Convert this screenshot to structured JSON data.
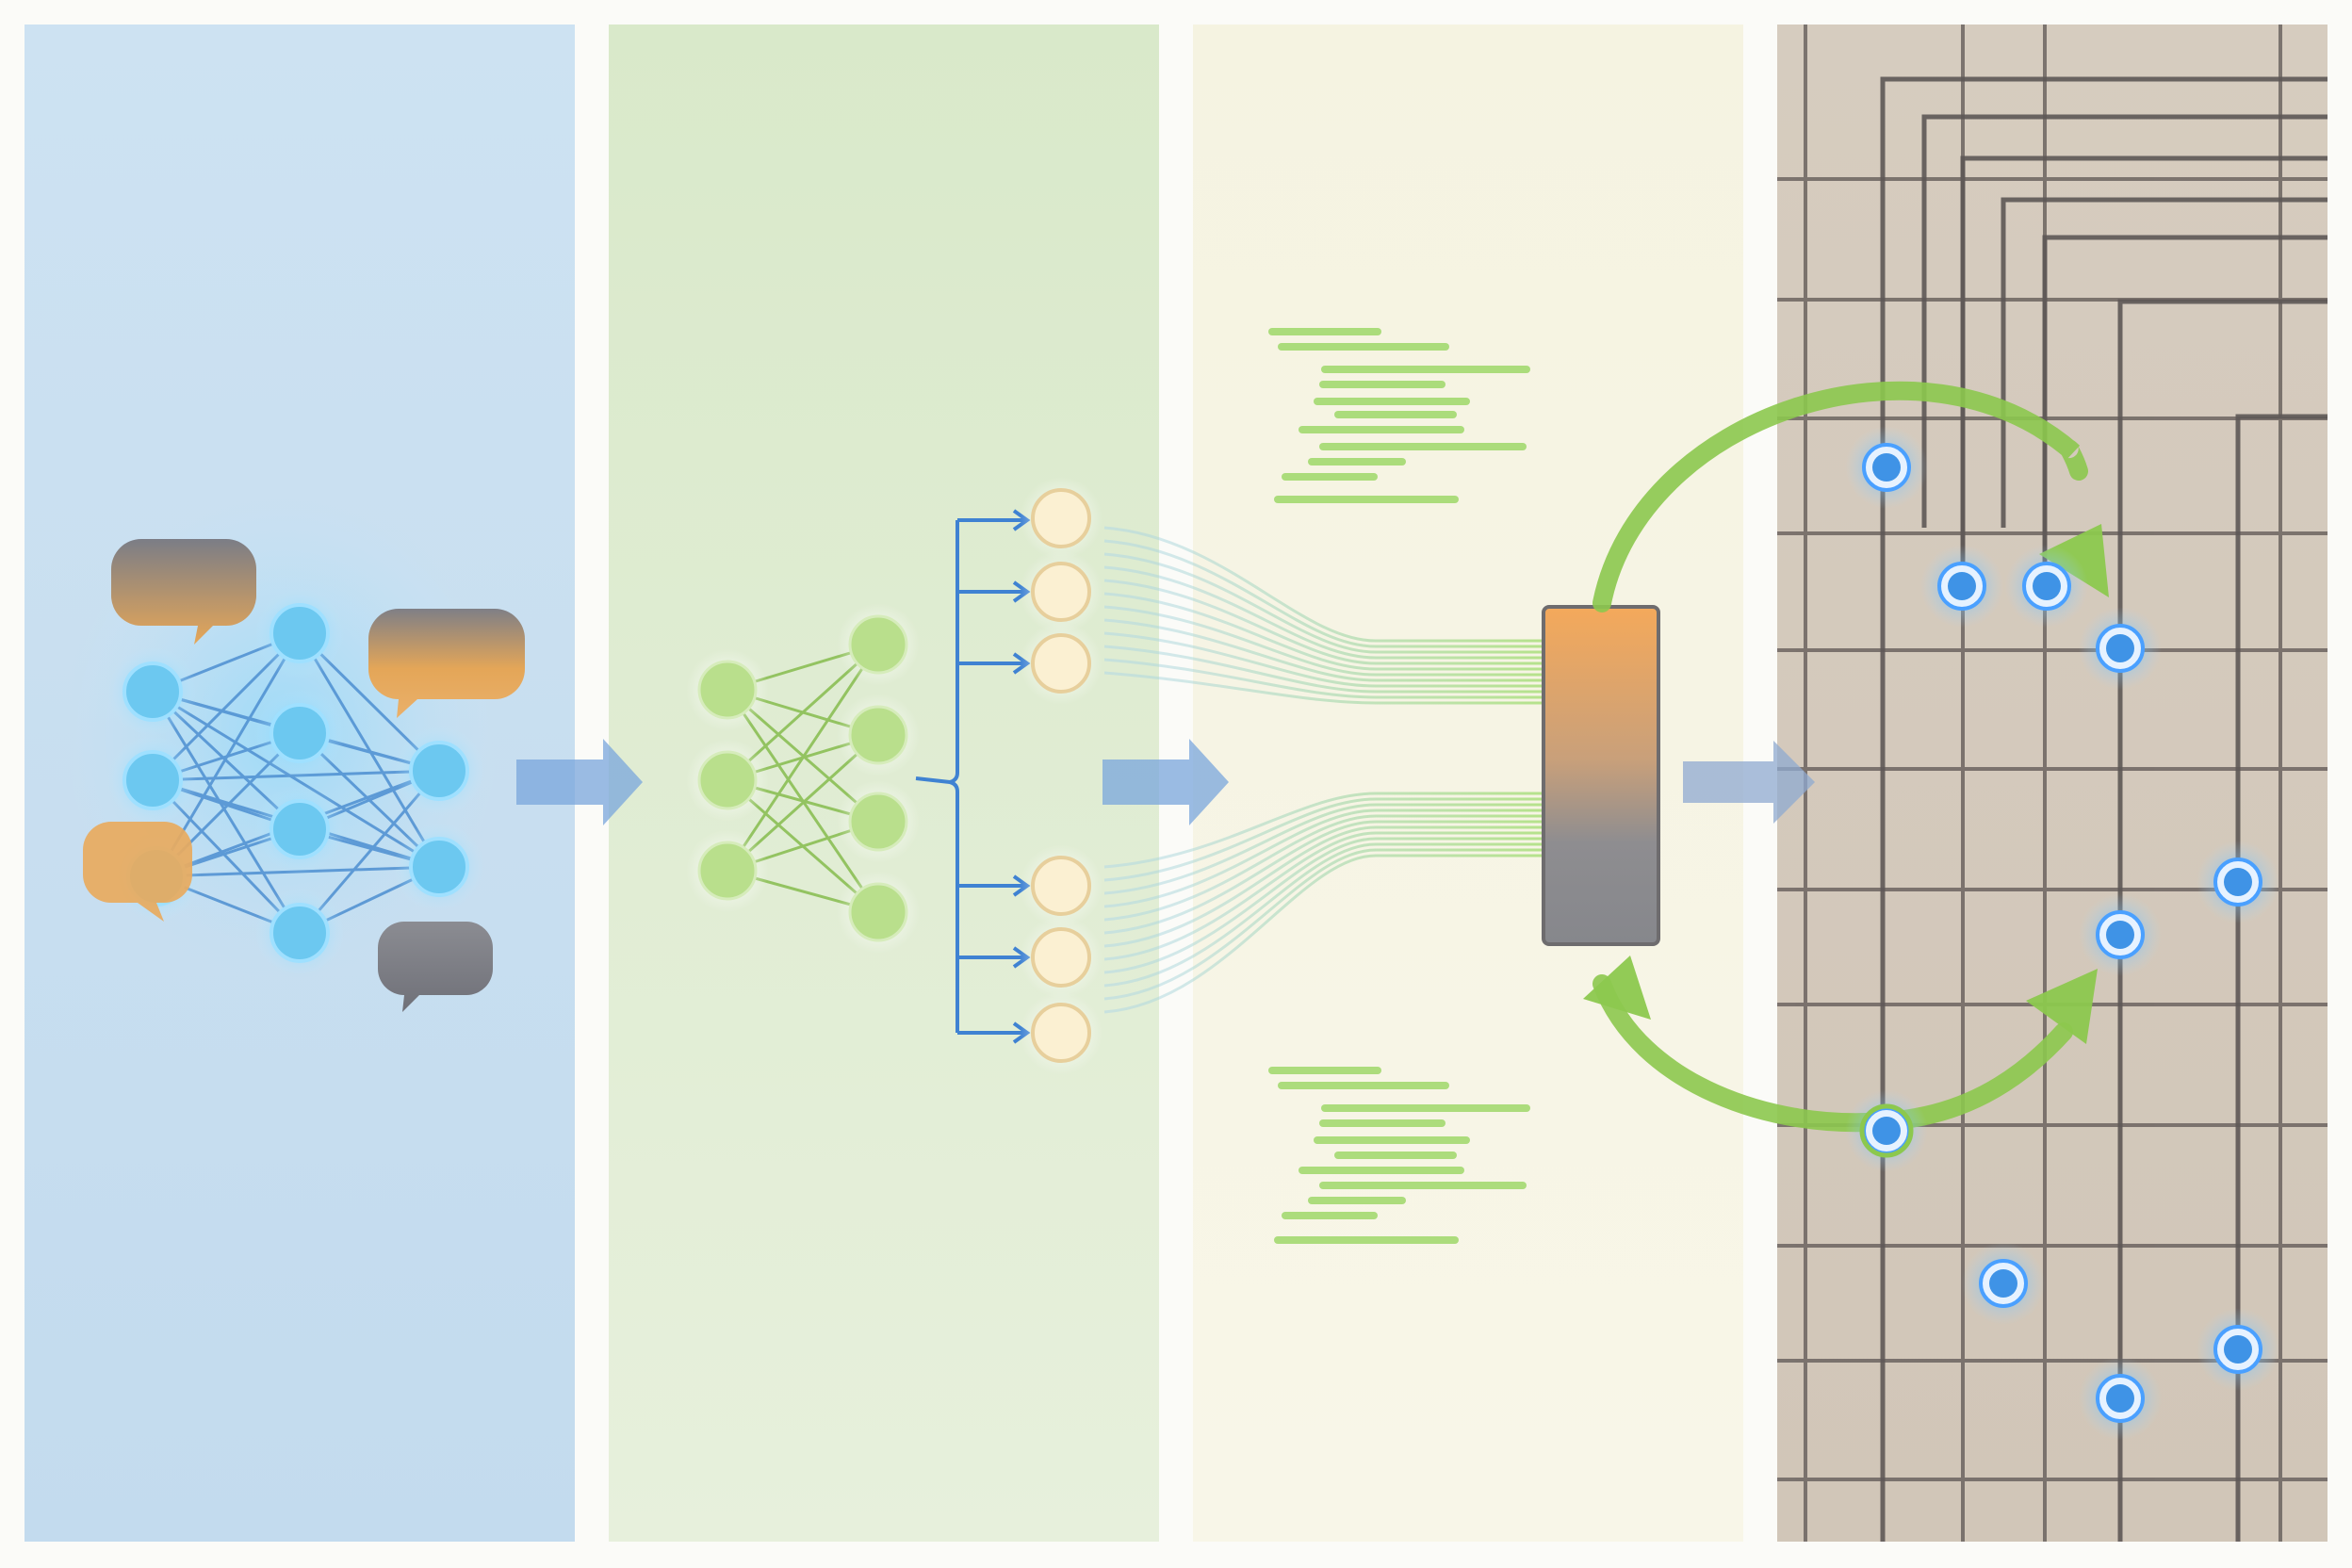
{
  "panels": [
    {
      "name": "panel-language-model",
      "color_top": "#c9dff0",
      "color_bottom": "#c4dbee"
    },
    {
      "name": "panel-neural-network",
      "color_top": "#dbeacd",
      "color_bottom": "#e6f0da"
    },
    {
      "name": "panel-signal-fusion",
      "color_top": "#f6f4e3",
      "color_bottom": "#f7f5e6"
    },
    {
      "name": "panel-circuit-grid",
      "color_top": "#d4cabd",
      "color_bottom": "#d2c7b9"
    }
  ],
  "colors": {
    "node_blue": "#6cc8f0",
    "node_green": "#b9df8c",
    "node_cream": "#fbf0d2",
    "arrow_blue": "#7aa6dc",
    "bracket_blue": "#3f82d2",
    "code_green": "#9fd86a",
    "loop_green": "#8cc84e",
    "grid_line": "#6c6460",
    "pin_blue": "#3f93e6",
    "bubble_orange": "#e5a657",
    "bubble_gray": "#7e7e86",
    "block_orange": "#f3a85b",
    "block_gray": "#8a8b8f"
  },
  "icons": [
    "speech-bubble-icon",
    "neural-network-icon",
    "flow-arrow-icon",
    "bracket-icon",
    "processor-block-icon",
    "loop-arrow-icon",
    "circuit-node-icon"
  ]
}
